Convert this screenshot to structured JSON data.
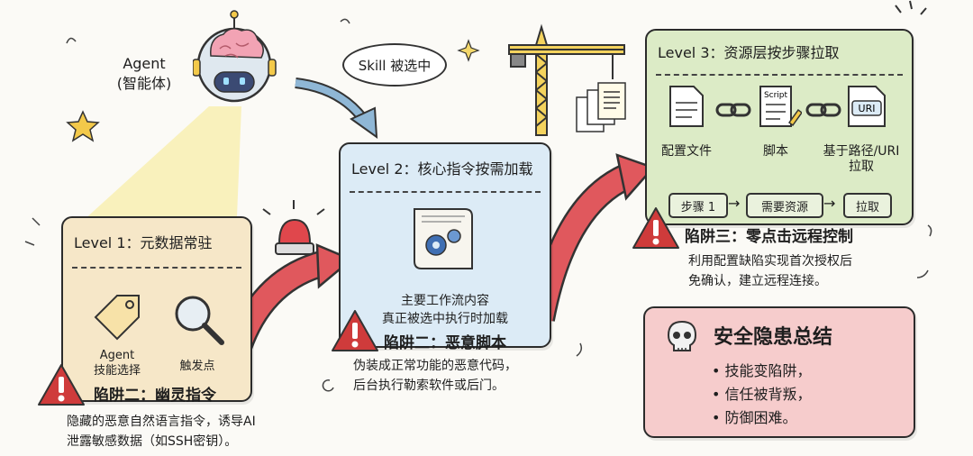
{
  "agent": {
    "label_en": "Agent",
    "label_cn": "(智能体)"
  },
  "skill_bubble": "Skill 被选中",
  "level1": {
    "title": "Level 1：元数据常驻",
    "items": [
      "Agent\n技能选择",
      "触发点"
    ],
    "trap": "陷阱二：幽灵指令",
    "desc": [
      "隐藏的恶意自然语言指令，诱导AI",
      "泄露敏感数据（如SSH密钥）。"
    ]
  },
  "level2": {
    "title": "Level 2：核心指令按需加载",
    "content": [
      "主要工作流内容",
      "真正被选中执行时加载"
    ],
    "trap": "陷阱二：恶意脚本",
    "desc": [
      "伪装成正常功能的恶意代码，",
      "后台执行勒索软件或后门。"
    ]
  },
  "level3": {
    "title": "Level 3：资源层按步骤拉取",
    "script_icon_text": "Script",
    "uri_icon_text": "URI",
    "items": [
      "配置文件",
      "脚本",
      "基于路径/URI\n拉取"
    ],
    "steps": [
      "步骤 1",
      "需要资源",
      "拉取"
    ],
    "trap": "陷阱三：零点击远程控制",
    "desc": [
      "利用配置缺陷实现首次授权后",
      "免确认，建立远程连接。"
    ]
  },
  "summary": {
    "title": "安全隐患总结",
    "bullets": [
      "• 技能变陷阱，",
      "• 信任被背叛，",
      "• 防御困难。"
    ]
  },
  "colors": {
    "level1_bg": "#f6e7c8",
    "level2_bg": "#dcebf6",
    "level3_bg": "#dcebc6",
    "summary_bg": "#f6cccc",
    "arrow_red": "#e0585d",
    "warn_red": "#cf3b3b"
  }
}
